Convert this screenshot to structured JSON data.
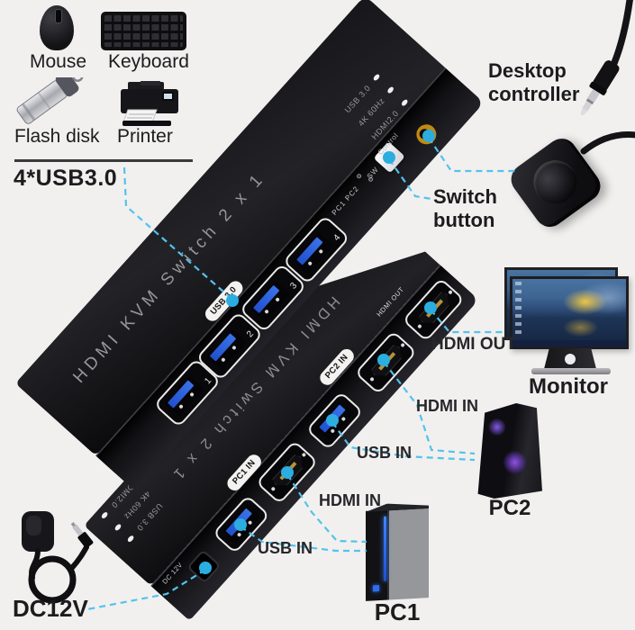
{
  "colors": {
    "background": "#f1f0ef",
    "accent_cyan": "#54c2ec",
    "dot_cyan": "#2bade0",
    "usb_blue": "#2a5ede",
    "control_gold": "#c08a12"
  },
  "peripherals": {
    "mouse_label": "Mouse",
    "keyboard_label": "Keyboard",
    "flash_label": "Flash disk",
    "printer_label": "Printer",
    "usb_note": "4*USB3.0"
  },
  "device_top": {
    "face_text": "HDMI KVM Switch 2 x 1",
    "led_caps": [
      "USB 3.0",
      "4K 60Hz",
      "HDMI2.0"
    ],
    "usb_tag": "USB 3.0",
    "port_numbers": [
      "1",
      "2",
      "3",
      "4"
    ],
    "pc_leds_label": "PC1 PC2",
    "sw_label": "SW",
    "control_label": "Control"
  },
  "device_bottom": {
    "face_text": "HDMI KVM Switch 2 x 1",
    "led_caps": [
      "USB 3.0",
      "4K 60Hz",
      "HDMI2.0"
    ],
    "dc_port_label": "DC 12V",
    "pc1_tag": "PC1 IN",
    "pc2_tag": "PC2 IN",
    "hdmi_out_port_label": "HDMI OUT"
  },
  "callouts": {
    "desktop_controller": "Desktop controller",
    "switch_button": "Switch button",
    "hdmi_out": "HDMI OUT",
    "pc2_hdmi_in": "HDMI IN",
    "pc2_usb_in": "USB IN",
    "pc1_hdmi_in": "HDMI IN",
    "pc1_usb_in": "USB IN",
    "monitor": "Monitor",
    "pc2": "PC2",
    "pc1": "PC1",
    "dc12v": "DC12V"
  }
}
